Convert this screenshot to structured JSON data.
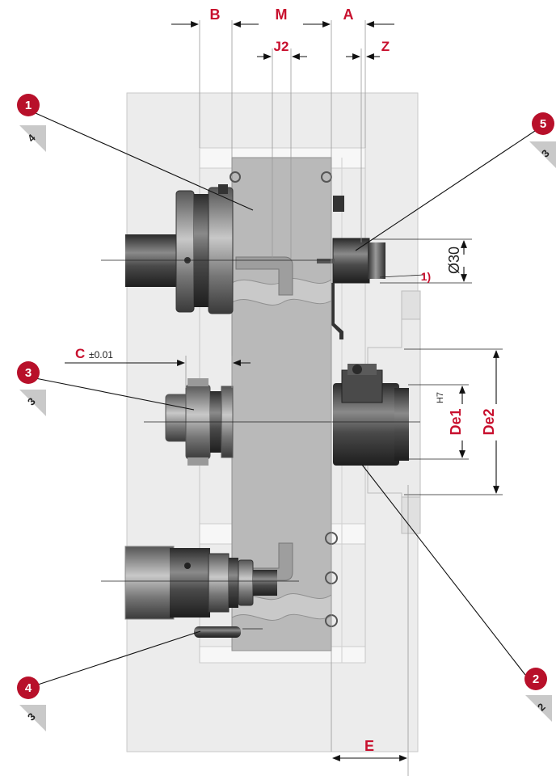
{
  "dimensions": {
    "B": "B",
    "M": "M",
    "A": "A",
    "J2": "J2",
    "Z": "Z",
    "C": "C",
    "C_tol": "±0.01",
    "E": "E",
    "De1": "De1",
    "De1_fit": "H7",
    "De2": "De2",
    "phi30": "Ø30",
    "note1": "1)"
  },
  "callouts": [
    {
      "num": "1",
      "view": "4"
    },
    {
      "num": "3",
      "view": "3"
    },
    {
      "num": "4",
      "view": "3"
    },
    {
      "num": "5",
      "view": "3"
    },
    {
      "num": "2",
      "view": "2"
    }
  ],
  "colors": {
    "accent": "#c8102e",
    "badge": "#b8102a",
    "housing": "#ececec",
    "plate": "#b9b9b9",
    "dark_part": "#3e3e3e"
  }
}
